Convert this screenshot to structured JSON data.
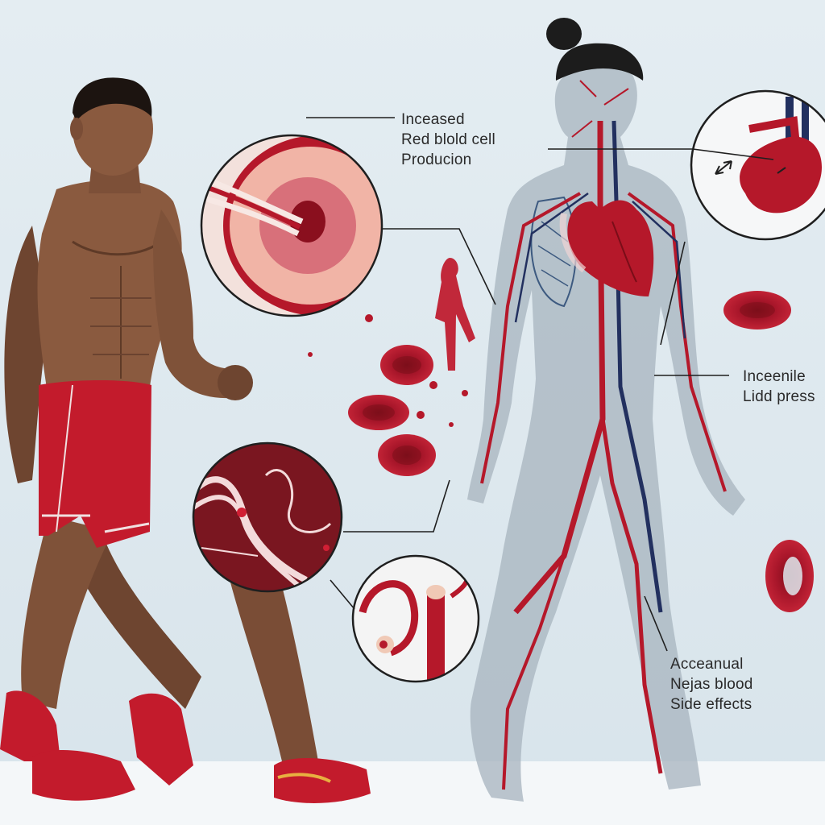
{
  "colors": {
    "background": "#dfe9ef",
    "blood_red": "#b5182a",
    "vein_blue": "#22305f",
    "skin": "#8a5a3f",
    "body_silhouette": "#a9b6c0",
    "shorts": "#c31b2c"
  },
  "labels": {
    "rbc_production": [
      "Inceased",
      "Red blold cell",
      "Producion"
    ],
    "blood_pressure": [
      "Inceenile",
      "Lidd press"
    ],
    "side_effects": [
      "Acceanual",
      "Nejas blood",
      "Side effects"
    ]
  },
  "icons": {
    "bone_marrow_inset": "bone-marrow-cross-section",
    "heart_inset": "enlarged-heart",
    "vessel_inset": "blood-vessel-tangle",
    "clot_inset": "blood-clot-vessel"
  }
}
